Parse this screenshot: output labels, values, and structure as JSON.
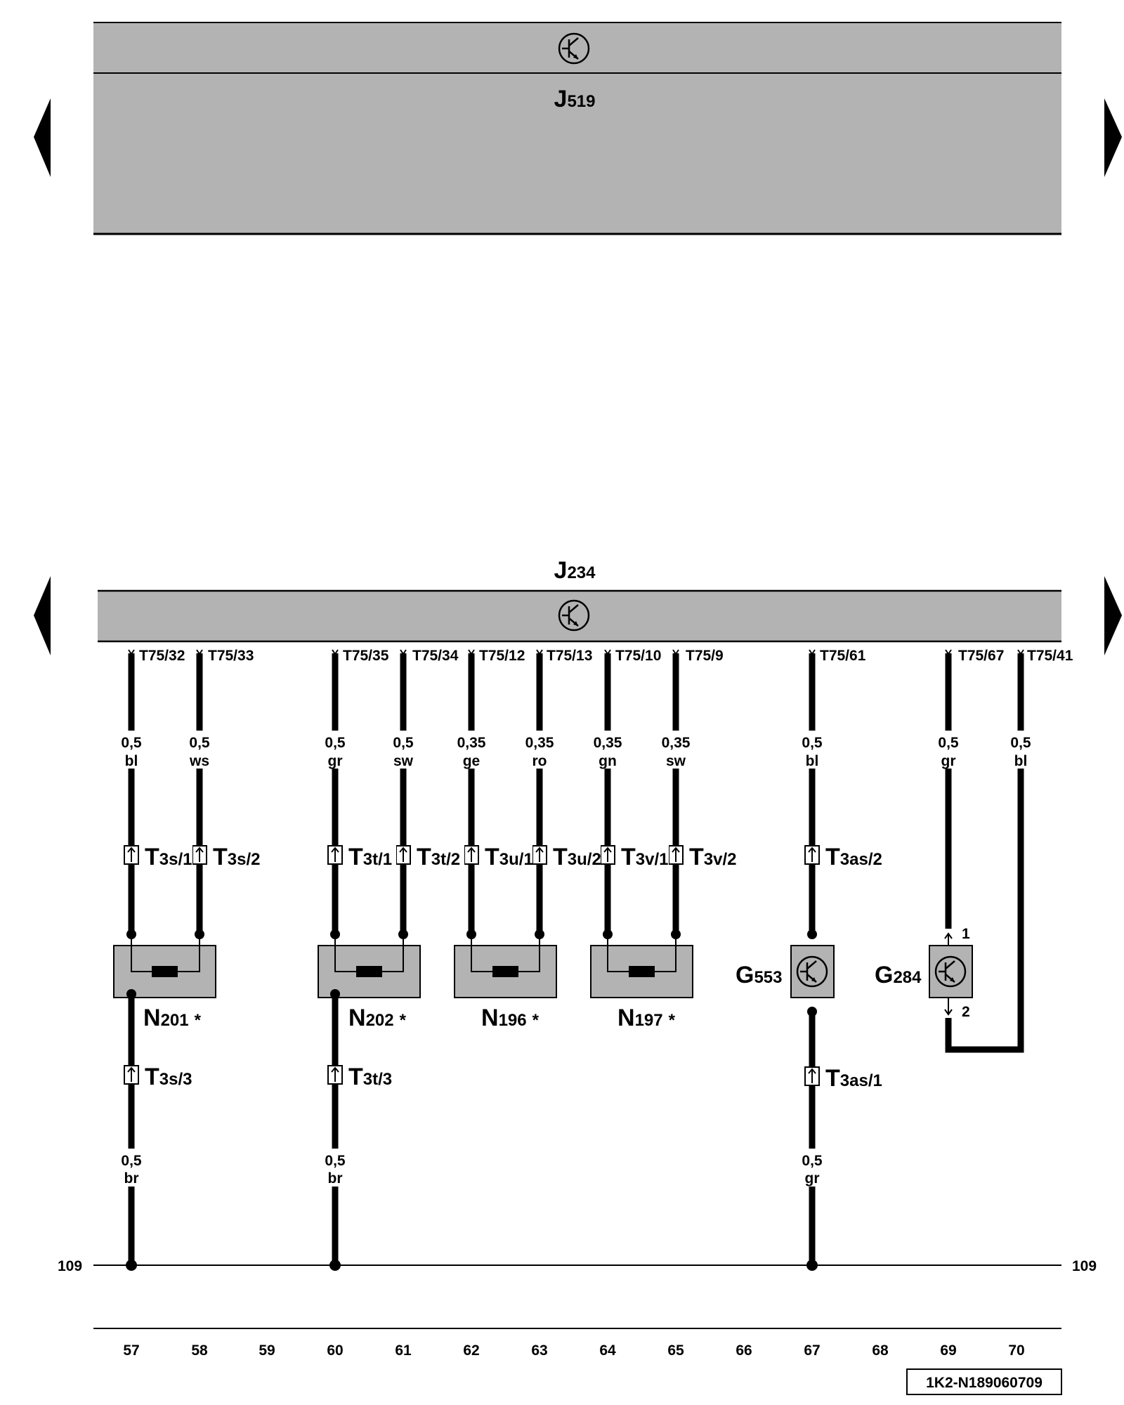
{
  "top_unit": {
    "letter": "J",
    "number": "519",
    "icon": "transistor-icon"
  },
  "main_unit": {
    "letter": "J",
    "number": "234",
    "icon": "transistor-icon"
  },
  "nav": {
    "left_arrow": "arrow-left-icon",
    "right_arrow": "arrow-right-icon"
  },
  "unit_terminals": [
    {
      "label": "T75/32",
      "section": "57"
    },
    {
      "label": "T75/33",
      "section": "58"
    },
    {
      "label": "T75/35",
      "section": "60"
    },
    {
      "label": "T75/34",
      "section": "61"
    },
    {
      "label": "T75/12",
      "section": "62"
    },
    {
      "label": "T75/13",
      "section": "63"
    },
    {
      "label": "T75/10",
      "section": "64"
    },
    {
      "label": "T75/9",
      "section": "65"
    },
    {
      "label": "T75/61",
      "section": "67"
    },
    {
      "label": "T75/67",
      "section": "69"
    },
    {
      "label": "T75/41",
      "section": "70"
    }
  ],
  "upper_wires": [
    {
      "size": "0,5",
      "color": "bl"
    },
    {
      "size": "0,5",
      "color": "ws"
    },
    {
      "size": "0,5",
      "color": "gr"
    },
    {
      "size": "0,5",
      "color": "sw"
    },
    {
      "size": "0,35",
      "color": "ge"
    },
    {
      "size": "0,35",
      "color": "ro"
    },
    {
      "size": "0,35",
      "color": "gn"
    },
    {
      "size": "0,35",
      "color": "sw"
    },
    {
      "size": "0,5",
      "color": "bl"
    },
    {
      "size": "0,5",
      "color": "gr"
    },
    {
      "size": "0,5",
      "color": "bl"
    }
  ],
  "connectors": [
    {
      "main": "T",
      "sub": "3s/1"
    },
    {
      "main": "T",
      "sub": "3s/2"
    },
    {
      "main": "T",
      "sub": "3t/1"
    },
    {
      "main": "T",
      "sub": "3t/2"
    },
    {
      "main": "T",
      "sub": "3u/1"
    },
    {
      "main": "T",
      "sub": "3u/2"
    },
    {
      "main": "T",
      "sub": "3v/1"
    },
    {
      "main": "T",
      "sub": "3v/2"
    },
    {
      "main": "T",
      "sub": "3as/2"
    }
  ],
  "valves": [
    {
      "letter": "N",
      "number": "201",
      "mark": "*"
    },
    {
      "letter": "N",
      "number": "202",
      "mark": "*"
    },
    {
      "letter": "N",
      "number": "196",
      "mark": "*"
    },
    {
      "letter": "N",
      "number": "197",
      "mark": "*"
    }
  ],
  "sensors": [
    {
      "letter": "G",
      "number": "553",
      "icon": "transistor-icon"
    },
    {
      "letter": "G",
      "number": "284",
      "icon": "transistor-icon",
      "pin_top": "1",
      "pin_bottom": "2"
    }
  ],
  "lower_connectors": [
    {
      "main": "T",
      "sub": "3s/3"
    },
    {
      "main": "T",
      "sub": "3t/3"
    },
    {
      "main": "T",
      "sub": "3as/1"
    }
  ],
  "lower_wires": [
    {
      "size": "0,5",
      "color": "br"
    },
    {
      "size": "0,5",
      "color": "br"
    },
    {
      "size": "0,5",
      "color": "gr"
    }
  ],
  "ground_bus": {
    "left_ref": "109",
    "right_ref": "109"
  },
  "sections": [
    "57",
    "58",
    "59",
    "60",
    "61",
    "62",
    "63",
    "64",
    "65",
    "66",
    "67",
    "68",
    "69",
    "70"
  ],
  "footer": {
    "code": "1K2-N189060709"
  }
}
